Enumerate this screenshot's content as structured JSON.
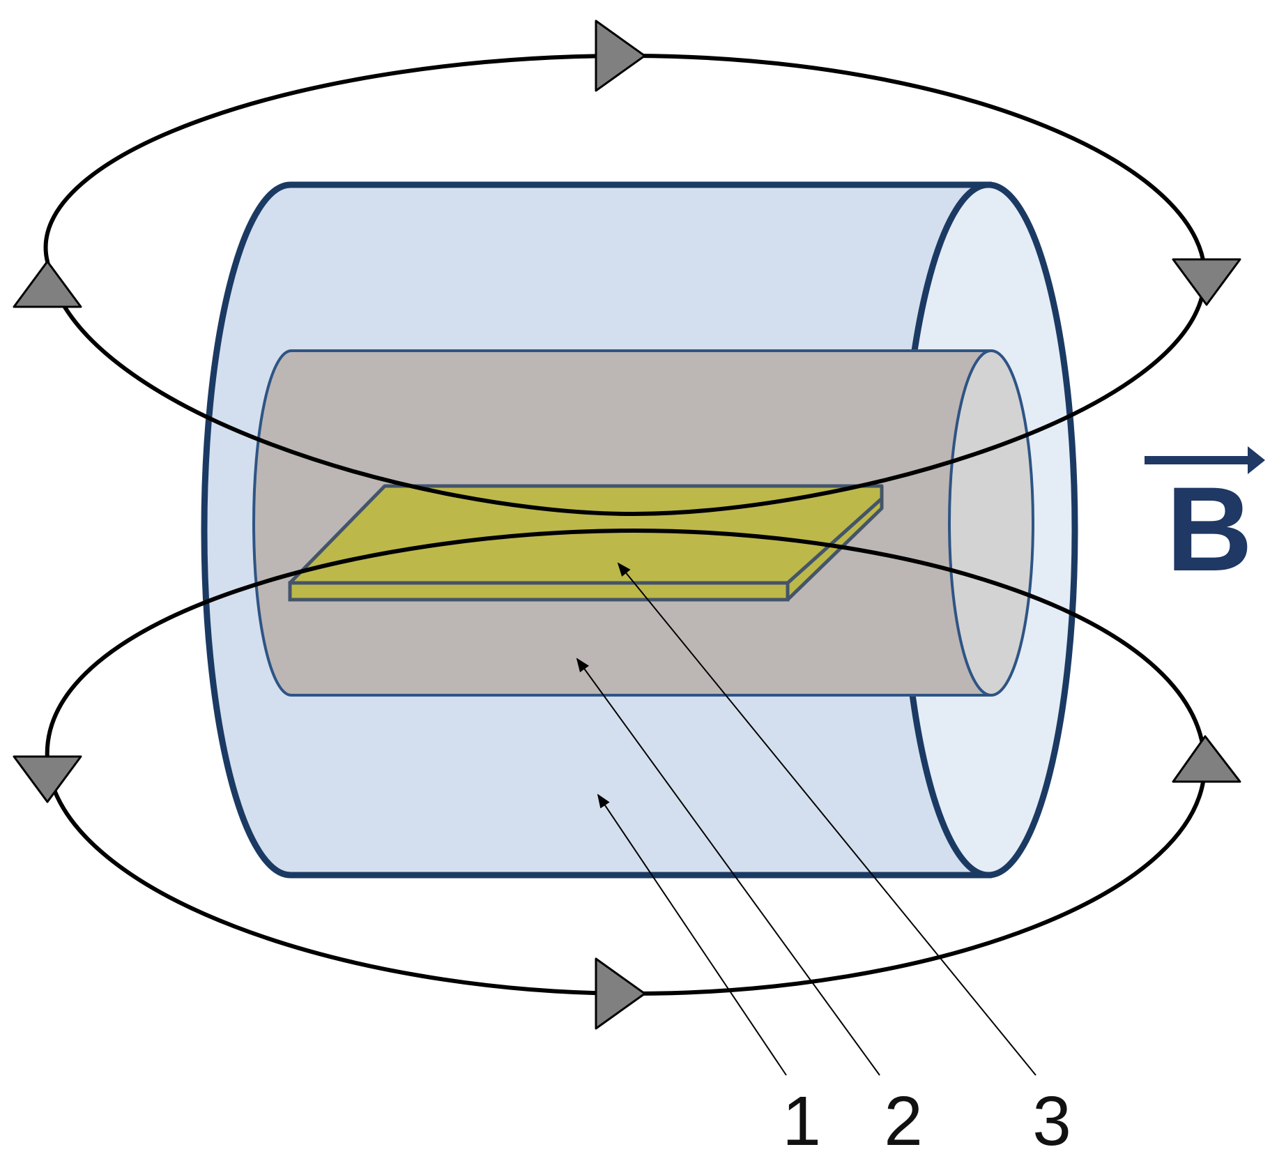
{
  "field_symbol": "B",
  "callouts": [
    {
      "label": "1",
      "target": "outer-cylinder"
    },
    {
      "label": "2",
      "target": "inner-cylinder"
    },
    {
      "label": "3",
      "target": "plate"
    }
  ],
  "colors": {
    "outer_fill": "#d3dfee",
    "outer_stroke": "#1b3a63",
    "inner_fill": "#bcb6b5",
    "inner_stroke": "#2e5484",
    "plate_fill": "#bdb84a",
    "plate_stroke": "#44546a",
    "field_line": "#000000",
    "arrowhead": "#808080",
    "vector": "#1f3864"
  }
}
